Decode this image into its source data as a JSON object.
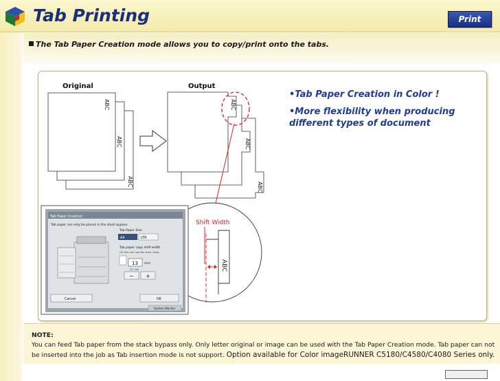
{
  "header": {
    "title": "Tab Printing",
    "badge": "Print"
  },
  "intro": "The Tab Paper Creation mode allows you to copy/print onto the tabs.",
  "diagram": {
    "original_label": "Original",
    "output_label": "Output",
    "tab_text": "ABC",
    "shift_label": "Shift Width"
  },
  "screen": {
    "title": "Tab Paper Creation",
    "subtitle": "Tab paper can only be placed in the stack bypass.",
    "paper_size_label": "Tab Paper Size",
    "paper_size_value1": "A4",
    "paper_size_value2": "LTR",
    "shift_label": "Tab paper copy shift width",
    "shift_hint": "(0) You can use the max. slow...",
    "shift_value": "13",
    "shift_unit": "mm",
    "shift_range": "(0~20)",
    "minus": "−",
    "plus": "+",
    "cancel": "Cancel",
    "ok": "OK",
    "monitor": "System Monitor"
  },
  "highlights": [
    "•Tab Paper Creation in Color !",
    "•More flexibility when producing different types of document"
  ],
  "note": {
    "label": "NOTE:",
    "body": "You can feed Tab paper from the stack bypass only.  Only letter original or image can be used with the Tab Paper Creation mode.  Tab paper can not be inserted into the job as Tab insertion mode is not support. ",
    "emphasis": "Option available for Color imageRUNNER C5180/C4580/C4080 Series only."
  },
  "colors": {
    "title": "#1a2f7a",
    "highlight": "#1f3b96",
    "red": "#e02020",
    "header_bg": "#f4eaa9"
  },
  "icons": [
    "canon-logo-icon",
    "right-arrow-icon",
    "copier-icon"
  ]
}
